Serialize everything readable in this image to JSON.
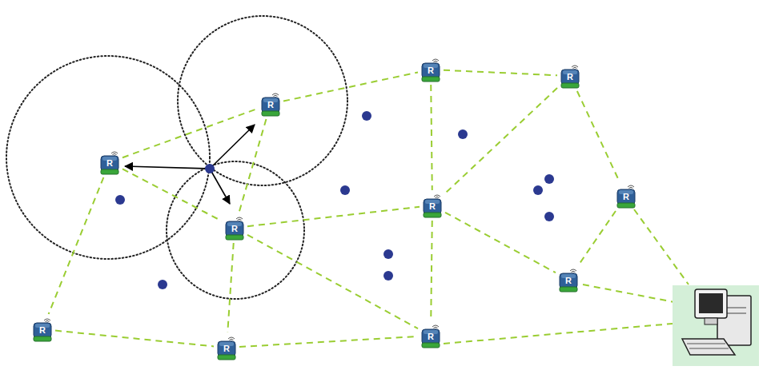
{
  "diagram": {
    "nodes": [
      {
        "text": [
          "R"
        ]
      },
      {
        "text": [
          "R"
        ]
      },
      {
        "text": [
          "R"
        ]
      },
      {
        "text": [
          "R"
        ]
      },
      {
        "text": [
          "R"
        ]
      },
      {
        "text": [
          "R"
        ]
      },
      {
        "text": [
          "R"
        ]
      },
      {
        "text": [
          "R"
        ]
      },
      {
        "text": [
          "R"
        ]
      },
      {
        "text": [
          "R"
        ]
      },
      {
        "text": [
          "R"
        ]
      }
    ],
    "edges": [
      {
        "from": 0,
        "to": 1,
        "arrow": "none"
      },
      {
        "from": 1,
        "to": 2,
        "arrow": "none"
      },
      {
        "from": 2,
        "to": 3,
        "arrow": "none"
      },
      {
        "from": 2,
        "to": 5,
        "arrow": "none"
      },
      {
        "from": 3,
        "to": 5,
        "arrow": "none"
      },
      {
        "from": 3,
        "to": 6,
        "arrow": "none"
      },
      {
        "from": 0,
        "to": 4,
        "arrow": "none"
      },
      {
        "from": 1,
        "to": 4,
        "arrow": "none"
      },
      {
        "from": 4,
        "to": 5,
        "arrow": "none"
      },
      {
        "from": 4,
        "to": 8,
        "arrow": "none"
      },
      {
        "from": 4,
        "to": 10,
        "arrow": "none"
      },
      {
        "from": 5,
        "to": 9,
        "arrow": "none"
      },
      {
        "from": 5,
        "to": 10,
        "arrow": "none"
      },
      {
        "from": 6,
        "to": 9,
        "arrow": "none"
      },
      {
        "from": 0,
        "to": 7,
        "arrow": "none"
      },
      {
        "from": 7,
        "to": 8,
        "arrow": "none"
      },
      {
        "from": 8,
        "to": 10,
        "arrow": "none"
      }
    ]
  }
}
